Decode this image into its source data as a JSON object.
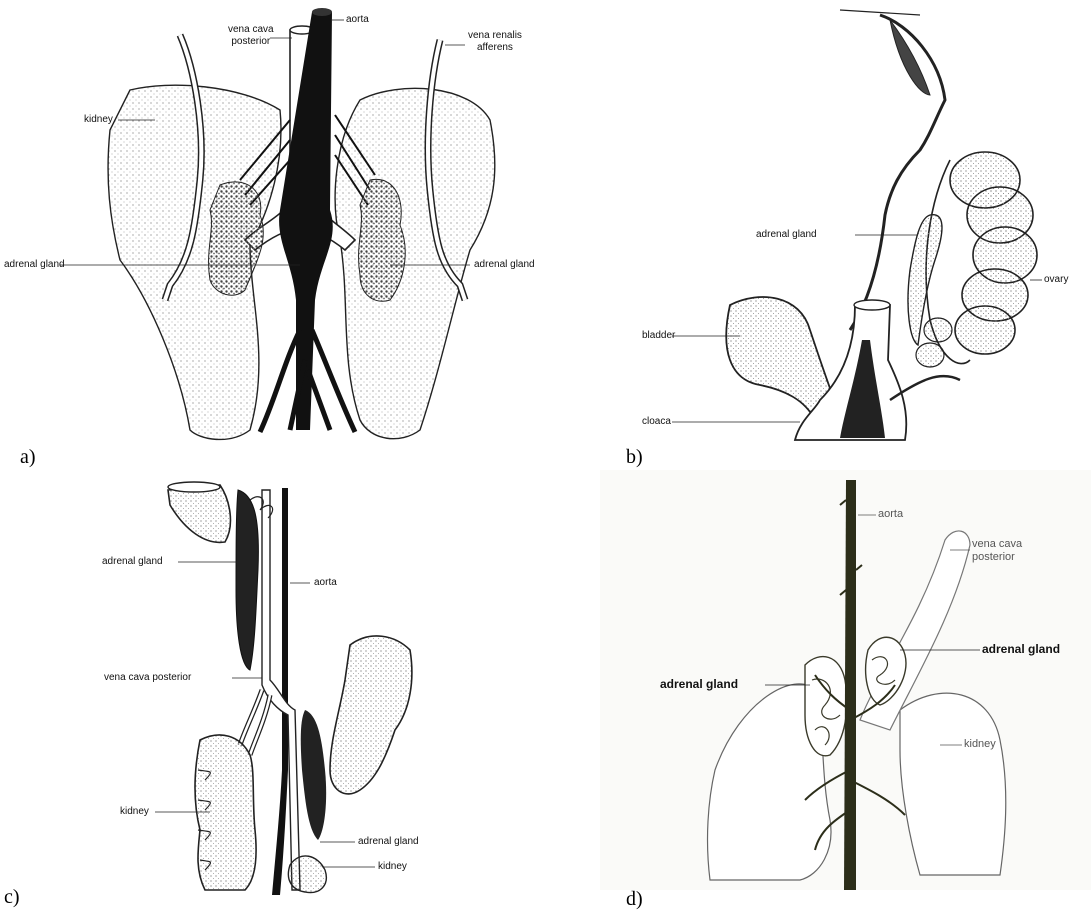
{
  "panels": {
    "a": {
      "letter": "a)",
      "labels": {
        "aorta": "aorta",
        "vena_cava": "vena cava\nposterior",
        "vena_renalis": "vena renalis\nafferens",
        "kidney": "kidney",
        "adrenal_left": "adrenal gland",
        "adrenal_right": "adrenal gland"
      }
    },
    "b": {
      "letter": "b)",
      "labels": {
        "adrenal": "adrenal gland",
        "ovary": "ovary",
        "bladder": "bladder",
        "cloaca": "cloaca"
      }
    },
    "c": {
      "letter": "c)",
      "labels": {
        "adrenal_top": "adrenal gland",
        "aorta": "aorta",
        "vena_cava": "vena cava posterior",
        "kidney_left": "kidney",
        "adrenal_bottom": "adrenal gland",
        "kidney_bottom": "kidney"
      }
    },
    "d": {
      "letter": "d)",
      "labels": {
        "aorta": "aorta",
        "vena_cava": "vena cava\nposterior",
        "adrenal_right": "adrenal gland",
        "adrenal_left": "adrenal gland",
        "kidney": "kidney"
      }
    }
  }
}
